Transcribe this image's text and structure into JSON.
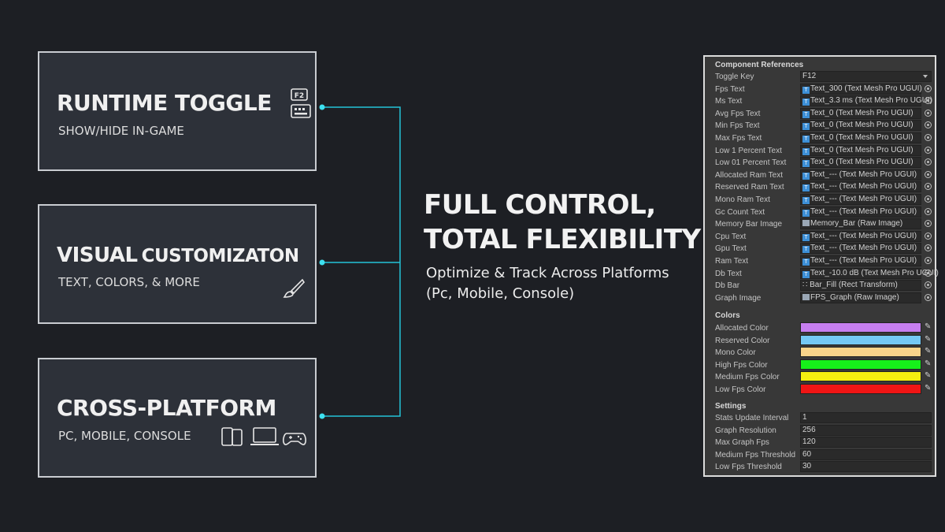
{
  "cards": [
    {
      "title": "RUNTIME TOGGLE",
      "subtitle": "SHOW/HIDE IN-GAME",
      "icon": "keyboard-f2-icon",
      "key_label": "F2"
    },
    {
      "title_part1": "VISUAL",
      "title_part2": "CUSTOMIZATON",
      "subtitle": "TEXT, COLORS, & MORE",
      "icon": "brush-icon"
    },
    {
      "title": "CROSS-PLATFORM",
      "subtitle": "PC, MOBILE, CONSOLE",
      "icon": "devices-icon"
    }
  ],
  "headline": {
    "line1": "FULL CONTROL,",
    "line2": "TOTAL FLEXIBILITY"
  },
  "tagline": {
    "line1": "Optimize & Track Across Platforms",
    "line2": "(Pc, Mobile, Console)"
  },
  "colors": {
    "background": "#1d1f24",
    "card": "#2d3139",
    "connector": "#25c3d8"
  },
  "inspector": {
    "references_header": "Component References",
    "references": [
      {
        "label": "Toggle Key",
        "value": "F12",
        "kind": "dropdown"
      },
      {
        "label": "Fps Text",
        "value": "Text_300 (Text Mesh Pro UGUI)",
        "kind": "text"
      },
      {
        "label": "Ms Text",
        "value": "Text_3.3 ms (Text Mesh Pro UGUI)",
        "kind": "text"
      },
      {
        "label": "Avg Fps Text",
        "value": "Text_0 (Text Mesh Pro UGUI)",
        "kind": "text"
      },
      {
        "label": "Min Fps Text",
        "value": "Text_0 (Text Mesh Pro UGUI)",
        "kind": "text"
      },
      {
        "label": "Max Fps Text",
        "value": "Text_0 (Text Mesh Pro UGUI)",
        "kind": "text"
      },
      {
        "label": "Low 1 Percent Text",
        "value": "Text_0 (Text Mesh Pro UGUI)",
        "kind": "text"
      },
      {
        "label": "Low 01 Percent Text",
        "value": "Text_0 (Text Mesh Pro UGUI)",
        "kind": "text"
      },
      {
        "label": "Allocated Ram Text",
        "value": "Text_--- (Text Mesh Pro UGUI)",
        "kind": "text"
      },
      {
        "label": "Reserved Ram Text",
        "value": "Text_--- (Text Mesh Pro UGUI)",
        "kind": "text"
      },
      {
        "label": "Mono Ram Text",
        "value": "Text_--- (Text Mesh Pro UGUI)",
        "kind": "text"
      },
      {
        "label": "Gc Count Text",
        "value": "Text_--- (Text Mesh Pro UGUI)",
        "kind": "text"
      },
      {
        "label": "Memory Bar Image",
        "value": "Memory_Bar (Raw Image)",
        "kind": "image"
      },
      {
        "label": "Cpu Text",
        "value": "Text_--- (Text Mesh Pro UGUI)",
        "kind": "text"
      },
      {
        "label": "Gpu Text",
        "value": "Text_--- (Text Mesh Pro UGUI)",
        "kind": "text"
      },
      {
        "label": "Ram Text",
        "value": "Text_--- (Text Mesh Pro UGUI)",
        "kind": "text"
      },
      {
        "label": "Db Text",
        "value": "Text_-10.0 dB (Text Mesh Pro UGUI)",
        "kind": "text"
      },
      {
        "label": "Db Bar",
        "value": "Bar_Fill (Rect Transform)",
        "kind": "rect"
      },
      {
        "label": "Graph Image",
        "value": "FPS_Graph (Raw Image)",
        "kind": "image"
      }
    ],
    "colors_header": "Colors",
    "color_fields": [
      {
        "label": "Allocated Color",
        "color": "#c77ef0"
      },
      {
        "label": "Reserved Color",
        "color": "#74c8f5"
      },
      {
        "label": "Mono Color",
        "color": "#f9d48a"
      },
      {
        "label": "High Fps Color",
        "color": "#16f01a"
      },
      {
        "label": "Medium Fps Color",
        "color": "#f5ef10"
      },
      {
        "label": "Low Fps Color",
        "color": "#f01515"
      }
    ],
    "settings_header": "Settings",
    "settings": [
      {
        "label": "Stats Update Interval",
        "value": "1"
      },
      {
        "label": "Graph Resolution",
        "value": "256"
      },
      {
        "label": "Max Graph Fps",
        "value": "120"
      },
      {
        "label": "Medium Fps Threshold",
        "value": "60"
      },
      {
        "label": "Low Fps Threshold",
        "value": "30"
      }
    ]
  }
}
